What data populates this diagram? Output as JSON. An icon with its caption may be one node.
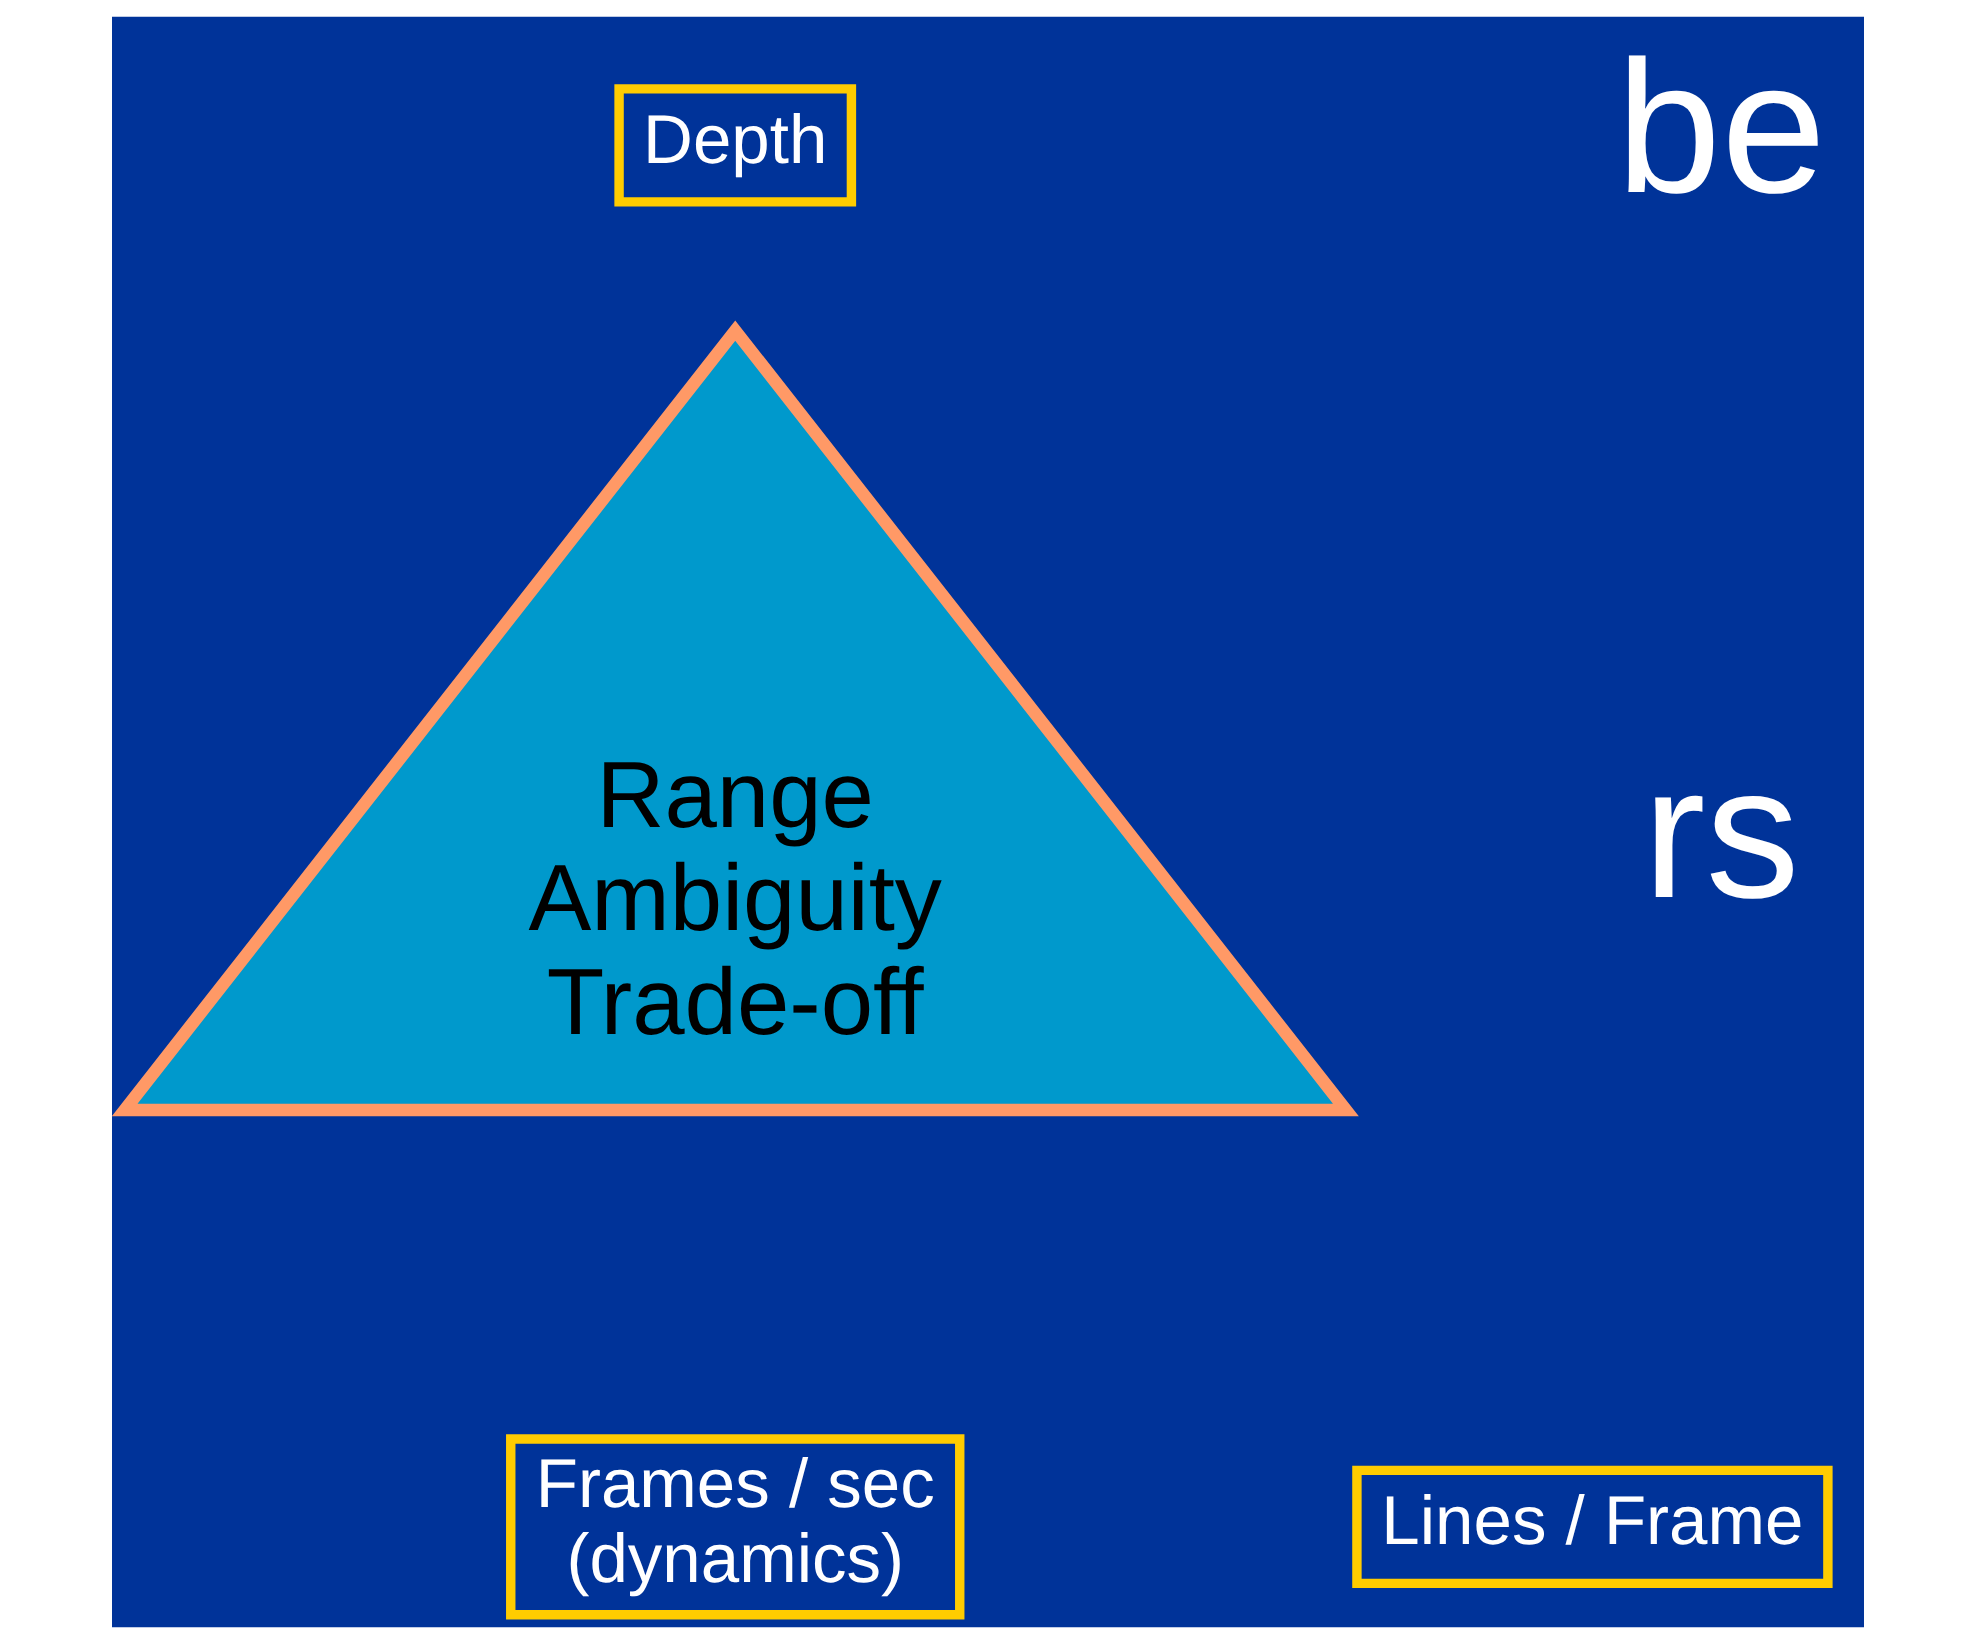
{
  "diagram": {
    "nodes": [
      {
        "text": [
          "Depth"
        ]
      },
      {
        "text": [
          "Range Ambiguity Trade-off"
        ]
      },
      {
        "text": [
          "Lines / Frame"
        ]
      },
      {
        "text": [
          "Frames / sec (dynamics)"
        ]
      }
    ],
    "labels": [
      "be",
      "rs"
    ]
  }
}
